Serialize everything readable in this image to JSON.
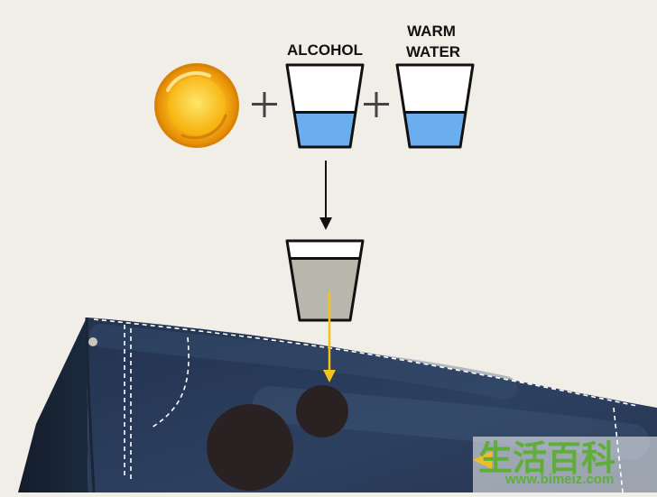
{
  "labels": {
    "alcohol": "ALCOHOL",
    "warm_line1": "WARM",
    "warm_line2": "WATER"
  },
  "watermark": {
    "chinese": "生活百科",
    "url": "www.bimeiz.com"
  },
  "colors": {
    "background": "#f1ede7",
    "water": "#6aaef0",
    "mixture": "#b8b7ac",
    "denim": "#26374f",
    "stitch": "#ffffff",
    "stain": "#2a2122",
    "arrow_yellow": "#f3c415",
    "sun_outer": "#f0a010",
    "sun_inner": "#ffd23a",
    "watermark_green": "#5fae3a"
  },
  "icons": {
    "ingredient": "aspirin-tablet-icon",
    "plus": "plus-icon",
    "glass": "glass-icon"
  }
}
